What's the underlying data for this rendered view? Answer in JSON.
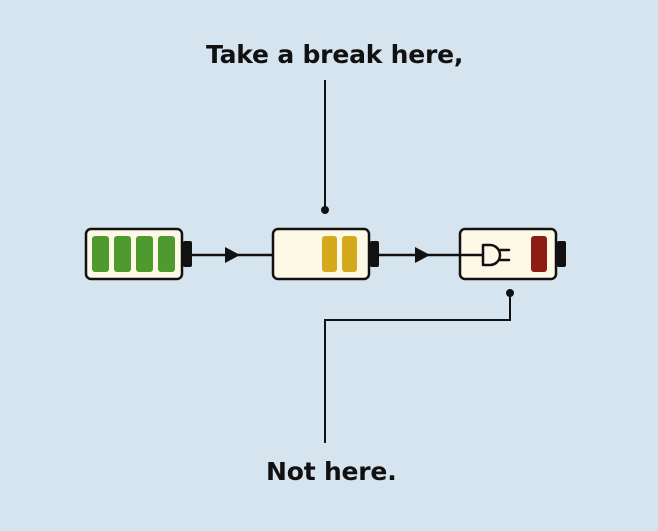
{
  "labels": {
    "top": "Take a break here,",
    "bottom": "Not here."
  },
  "colors": {
    "background": "#d5e4ee",
    "battery_body": "#fdf9e6",
    "outline": "#111111",
    "full_cell": "#4f9a2e",
    "half_cell": "#d4aa1c",
    "low_cell": "#8e1c14"
  },
  "batteries": [
    {
      "name": "full",
      "cells_filled": 4,
      "cell_color": "#4f9a2e"
    },
    {
      "name": "half",
      "cells_filled": 2,
      "cell_color": "#d4aa1c"
    },
    {
      "name": "low",
      "cells_filled": 1,
      "cell_color": "#8e1c14",
      "plugged_in": true
    }
  ],
  "icons": [
    "plug-icon"
  ]
}
